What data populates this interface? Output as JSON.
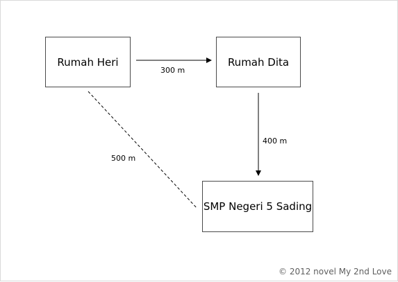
{
  "diagram": {
    "nodes": {
      "heri": "Rumah Heri",
      "dita": "Rumah Dita",
      "smp": "SMP Negeri 5 Sading"
    },
    "edges": {
      "heri_to_dita": "300 m",
      "dita_to_smp": "400 m",
      "heri_to_smp": "500 m"
    }
  },
  "footer": {
    "copyright": "© 2012 novel My 2nd Love"
  }
}
